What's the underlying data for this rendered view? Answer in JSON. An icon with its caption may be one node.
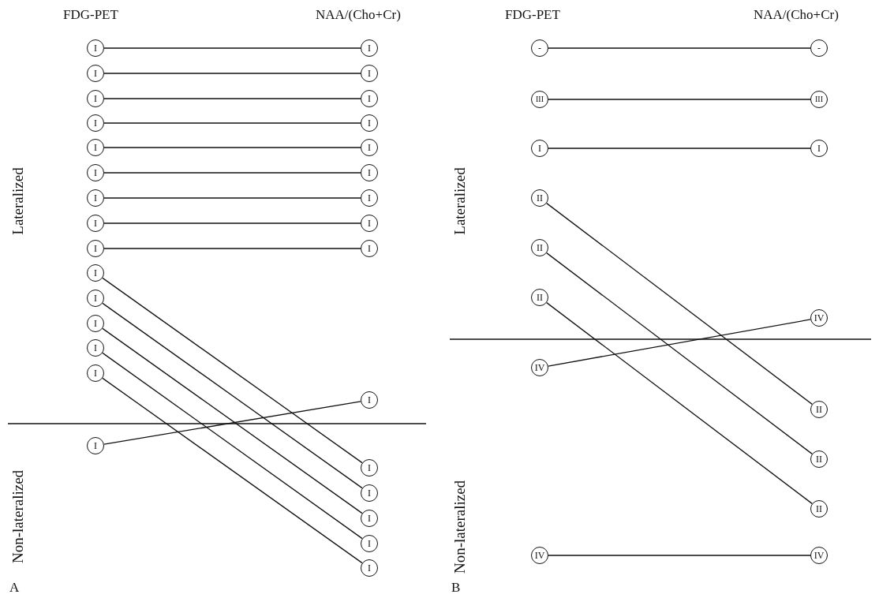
{
  "diagram": {
    "nodes": [
      {
        "text": [
          "I"
        ]
      },
      {
        "text": [
          "I"
        ]
      },
      {
        "text": [
          "I"
        ]
      },
      {
        "text": [
          "I"
        ]
      },
      {
        "text": [
          "I"
        ]
      },
      {
        "text": [
          "I"
        ]
      },
      {
        "text": [
          "I"
        ]
      },
      {
        "text": [
          "I"
        ]
      },
      {
        "text": [
          "I"
        ]
      },
      {
        "text": [
          "I"
        ]
      },
      {
        "text": [
          "I"
        ]
      },
      {
        "text": [
          "I"
        ]
      },
      {
        "text": [
          "I"
        ]
      },
      {
        "text": [
          "I"
        ]
      },
      {
        "text": [
          "I"
        ]
      },
      {
        "text": [
          "I"
        ]
      },
      {
        "text": [
          "I"
        ]
      },
      {
        "text": [
          "I"
        ]
      },
      {
        "text": [
          "I"
        ]
      },
      {
        "text": [
          "I"
        ]
      },
      {
        "text": [
          "I"
        ]
      },
      {
        "text": [
          "I"
        ]
      },
      {
        "text": [
          "I"
        ]
      },
      {
        "text": [
          "I"
        ]
      },
      {
        "text": [
          "I"
        ]
      },
      {
        "text": [
          "I"
        ]
      },
      {
        "text": [
          "I"
        ]
      },
      {
        "text": [
          "I"
        ]
      },
      {
        "text": [
          "I"
        ]
      },
      {
        "text": [
          "I"
        ]
      },
      {
        "text": [
          "-"
        ]
      },
      {
        "text": [
          "III"
        ]
      },
      {
        "text": [
          "I"
        ]
      },
      {
        "text": [
          "II"
        ]
      },
      {
        "text": [
          "II"
        ]
      },
      {
        "text": [
          "II"
        ]
      },
      {
        "text": [
          "IV"
        ]
      },
      {
        "text": [
          "IV"
        ]
      },
      {
        "text": [
          "-"
        ]
      },
      {
        "text": [
          "III"
        ]
      },
      {
        "text": [
          "I"
        ]
      },
      {
        "text": [
          "IV"
        ]
      },
      {
        "text": [
          "II"
        ]
      },
      {
        "text": [
          "II"
        ]
      },
      {
        "text": [
          "II"
        ]
      },
      {
        "text": [
          "IV"
        ]
      }
    ],
    "edges": [
      {
        "from": 0,
        "to": 15,
        "arrow": "none"
      },
      {
        "from": 1,
        "to": 16,
        "arrow": "none"
      },
      {
        "from": 2,
        "to": 17,
        "arrow": "none"
      },
      {
        "from": 3,
        "to": 18,
        "arrow": "none"
      },
      {
        "from": 4,
        "to": 19,
        "arrow": "none"
      },
      {
        "from": 5,
        "to": 20,
        "arrow": "none"
      },
      {
        "from": 6,
        "to": 21,
        "arrow": "none"
      },
      {
        "from": 7,
        "to": 22,
        "arrow": "none"
      },
      {
        "from": 8,
        "to": 23,
        "arrow": "none"
      },
      {
        "from": 9,
        "to": 25,
        "arrow": "none"
      },
      {
        "from": 10,
        "to": 26,
        "arrow": "none"
      },
      {
        "from": 11,
        "to": 27,
        "arrow": "none"
      },
      {
        "from": 12,
        "to": 28,
        "arrow": "none"
      },
      {
        "from": 13,
        "to": 29,
        "arrow": "none"
      },
      {
        "from": 14,
        "to": 24,
        "arrow": "none"
      },
      {
        "from": 30,
        "to": 38,
        "arrow": "none"
      },
      {
        "from": 31,
        "to": 39,
        "arrow": "none"
      },
      {
        "from": 32,
        "to": 40,
        "arrow": "none"
      },
      {
        "from": 33,
        "to": 42,
        "arrow": "none"
      },
      {
        "from": 34,
        "to": 43,
        "arrow": "none"
      },
      {
        "from": 35,
        "to": 44,
        "arrow": "none"
      },
      {
        "from": 36,
        "to": 41,
        "arrow": "none"
      },
      {
        "from": 37,
        "to": 45,
        "arrow": "none"
      }
    ],
    "labels": [
      "FDG-PET",
      "NAA/(Cho+Cr)",
      "Lateralized",
      "Non-lateralized",
      "A",
      "FDG-PET",
      "NAA/(Cho+Cr)",
      "Lateralized",
      "Non-lateralized",
      "B"
    ]
  }
}
